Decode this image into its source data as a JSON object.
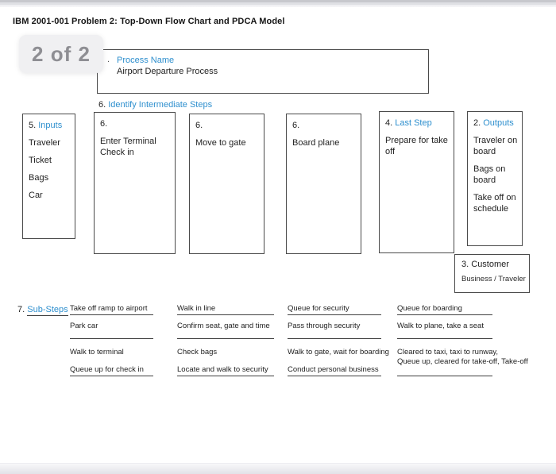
{
  "header": {
    "title": "IBM 2001-001 Problem 2: Top-Down Flow Chart and PDCA Model"
  },
  "page_indicator": "2 of 2",
  "colors": {
    "accent_blue": "#2e8fce",
    "box_border": "#4a4a4a"
  },
  "process_box": {
    "prefix": ".",
    "label": "Process Name",
    "value": "Airport Departure Process"
  },
  "intermediate": {
    "num": "6.",
    "label": "Identify Intermediate Steps"
  },
  "flow_boxes": [
    {
      "num": "5.",
      "label": "Inputs",
      "items": [
        "Traveler",
        "Ticket",
        "Bags",
        "Car"
      ]
    },
    {
      "num": "6.",
      "label": "",
      "items": [
        "Enter Terminal Check in"
      ]
    },
    {
      "num": "6.",
      "label": "",
      "items": [
        "Move to gate"
      ]
    },
    {
      "num": "6.",
      "label": "",
      "items": [
        "Board plane"
      ]
    },
    {
      "num": "4.",
      "label": "Last Step",
      "items": [
        "Prepare for take off"
      ]
    },
    {
      "num": "2.",
      "label": "Outputs",
      "items": [
        "Traveler on board",
        "Bags on board",
        "Take off on schedule"
      ]
    }
  ],
  "customer_box": {
    "num": "3.",
    "label": "Customer",
    "value": "Business / Traveler"
  },
  "substeps": {
    "num": "7.",
    "label": "Sub-Steps",
    "columns": [
      {
        "rows": [
          {
            "text": "Take off ramp to airport"
          },
          {
            "text": "Park car"
          },
          {
            "text": "Walk to terminal"
          },
          {
            "text": "Queue up for check in"
          }
        ]
      },
      {
        "rows": [
          {
            "text": "Walk in line"
          },
          {
            "text": "Confirm seat, gate and time"
          },
          {
            "text": "Check bags"
          },
          {
            "text": "Locate and walk to security"
          }
        ]
      },
      {
        "rows": [
          {
            "text": "Queue for security"
          },
          {
            "text": "Pass through security"
          },
          {
            "text": "Walk to gate, wait for boarding"
          },
          {
            "text": "Conduct personal business"
          }
        ]
      },
      {
        "rows": [
          {
            "text": "Queue for boarding"
          },
          {
            "text": "Walk to plane, take a seat"
          },
          {
            "text": "Cleared to taxi, taxi to runway,",
            "text2": "Queue up, cleared for take-off, Take-off"
          },
          {
            "text": ""
          }
        ]
      }
    ]
  }
}
